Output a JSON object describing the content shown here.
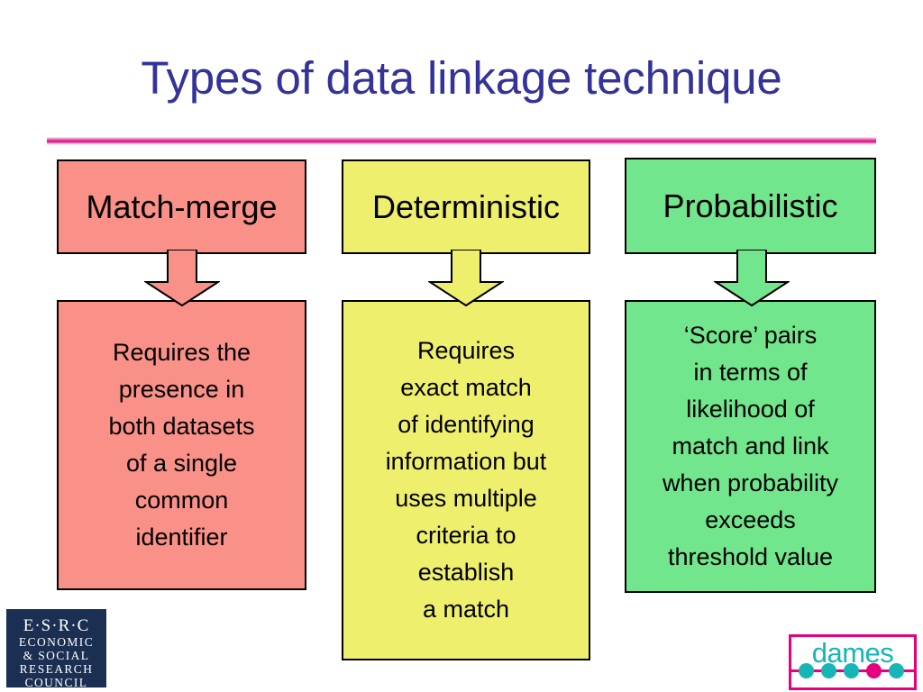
{
  "slide": {
    "title": "Types of data linkage technique",
    "title_color": "#333399",
    "rule_color": "#e0379f",
    "background": "#ffffff"
  },
  "columns": [
    {
      "id": "match-merge",
      "header": "Match-merge",
      "body": "Requires the\npresence in\nboth datasets\nof a single\ncommon\nidentifier",
      "fill": "#fa9189",
      "border": "#000000",
      "arrow": "down-arrow"
    },
    {
      "id": "deterministic",
      "header": "Deterministic",
      "body": "Requires\nexact match\nof identifying\ninformation but\nuses multiple\ncriteria to\nestablish\na match",
      "fill": "#efef6e",
      "border": "#000000",
      "arrow": "down-arrow"
    },
    {
      "id": "probabilistic",
      "header": "Probabilistic",
      "body": "‘Score’ pairs\nin terms of\nlikelihood of\nmatch and link\nwhen probability\nexceeds\nthreshold value",
      "fill": "#71e68c",
      "border": "#000000",
      "arrow": "down-arrow"
    }
  ],
  "logos": {
    "esrc": {
      "initials": "E·S·R·C",
      "line1": "ECONOMIC",
      "line2": "& SOCIAL",
      "line3": "RESEARCH",
      "line4": "COUNCIL",
      "background": "#1b2f52",
      "text_color": "#ffffff"
    },
    "dames": {
      "wordmark": "dames",
      "border_color": "#e6007e",
      "text_color": "#17b6b6",
      "dot_colors": [
        "#17b6b6",
        "#17b6b6",
        "#17b6b6",
        "#e6007e",
        "#17b6b6"
      ]
    }
  }
}
